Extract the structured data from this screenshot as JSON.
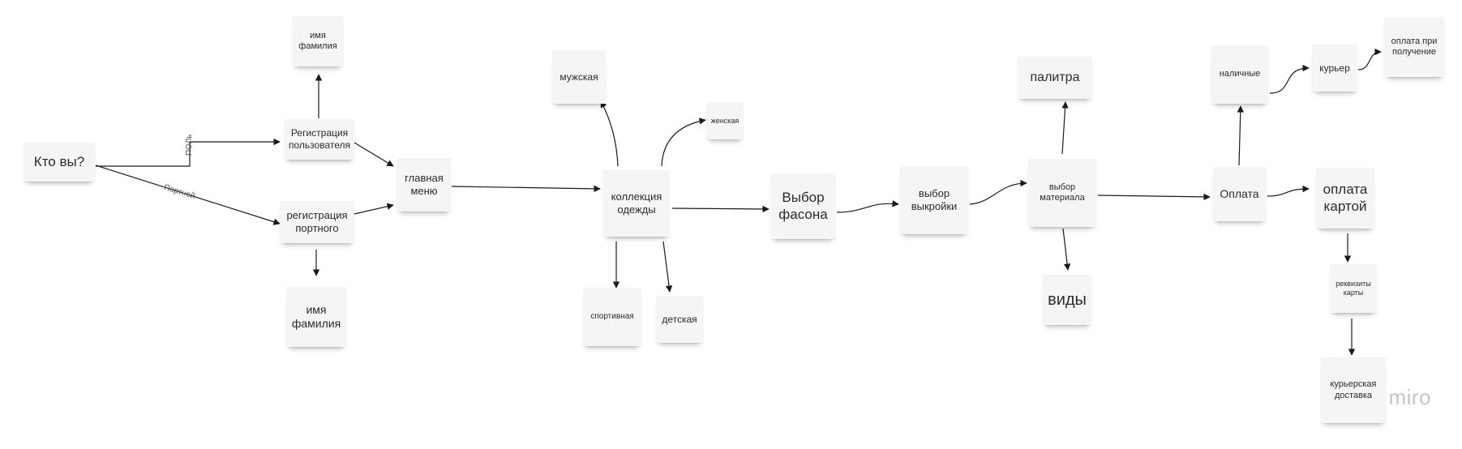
{
  "notes": {
    "kto_vy": "Кто вы?",
    "reg_user": "Регистрация\nпользователя",
    "name_top": "имя\nфамилия",
    "reg_tailor": "регистрация\nпортного",
    "name_bottom": "имя\nфамилия",
    "main_menu": "главная\nменю",
    "mens": "мужская",
    "womens": "женская",
    "collection": "коллекция\nодежды",
    "sport": "спортивная",
    "kids": "детская",
    "style": "Выбор\nфасона",
    "pattern": "выбор\nвыкройки",
    "palette": "палитра",
    "material": "выбор\nматериала",
    "types": "виды",
    "payment": "Оплата",
    "cash": "наличные",
    "courier": "курьер",
    "cod": "оплата при\nполучение",
    "card": "оплата\nкартой",
    "card_details": "реквизиты\nкарты",
    "delivery": "курьерская\nдоставка"
  },
  "edge_labels": {
    "user": "ПОЛь",
    "tailor": "Портной"
  },
  "brand": {
    "logo": "miro"
  }
}
